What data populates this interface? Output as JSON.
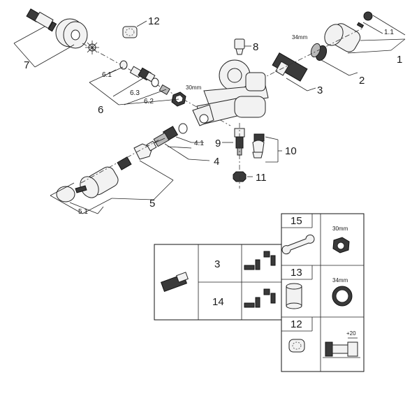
{
  "callouts": {
    "c1": "1",
    "c1_1": "1.1",
    "c2": "2",
    "c3": "3",
    "c4": "4",
    "c4_1": "4.1",
    "c5": "5",
    "c5_1": "5.1",
    "c6": "6",
    "c6_1": "6.1",
    "c6_2": "6.2",
    "c6_3": "6.3",
    "c7": "7",
    "c8": "8",
    "c9": "9",
    "c10": "10",
    "c11": "11",
    "c12": "12"
  },
  "dimensions": {
    "top_34mm": "34mm",
    "top_30mm": "30mm"
  },
  "table": {
    "row3": "3",
    "row14": "14",
    "tool15": "15",
    "tool15_size": "30mm",
    "tool13": "13",
    "tool13_size": "34mm",
    "tool12": "12",
    "tool12_ext": "+20"
  }
}
